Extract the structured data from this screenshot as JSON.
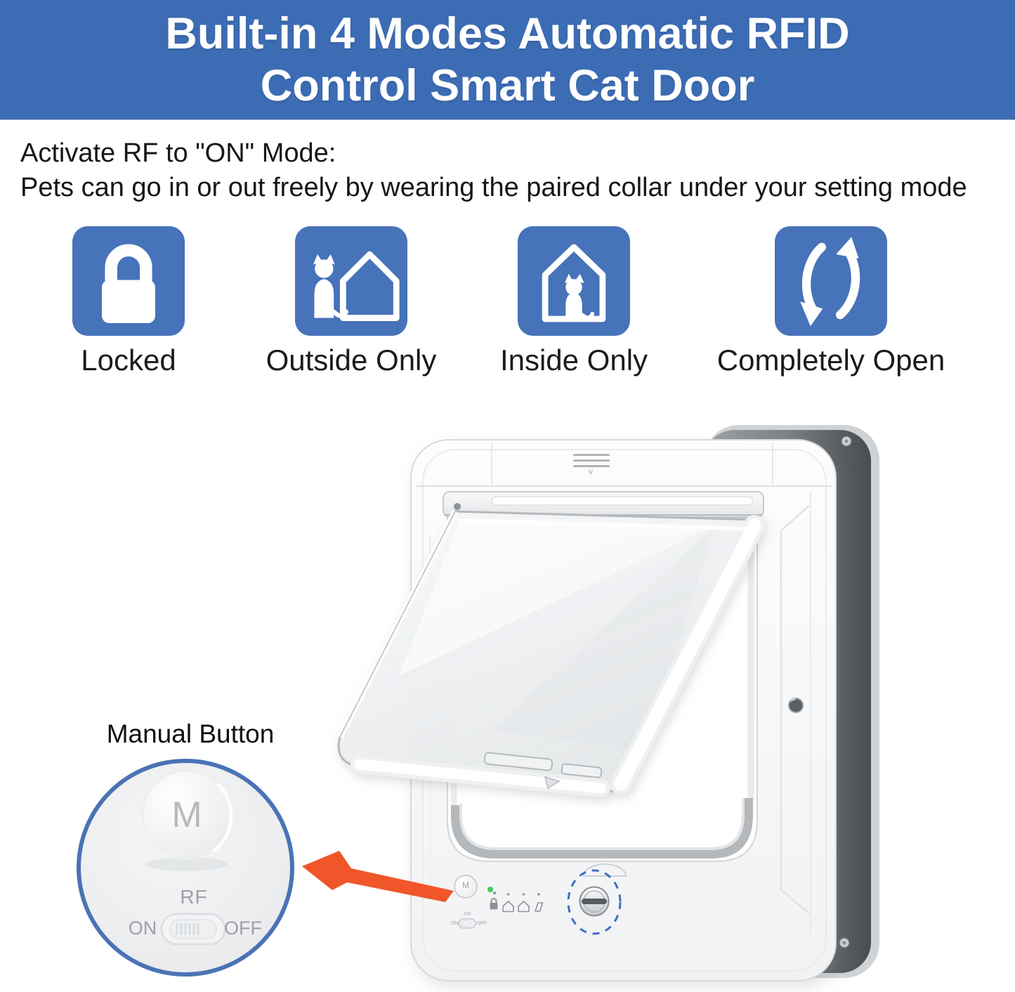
{
  "header": {
    "line1": "Built-in 4 Modes Automatic RFID",
    "line2": "Control Smart Cat Door"
  },
  "intro": {
    "line1": "Activate RF to \"ON\" Mode:",
    "line2": "Pets can go in or out freely by wearing the paired collar under your setting mode"
  },
  "modes": {
    "items": [
      {
        "label": "Locked",
        "icon": "lock-icon"
      },
      {
        "label": "Outside Only",
        "icon": "cat-outside-house-icon"
      },
      {
        "label": "Inside Only",
        "icon": "cat-inside-house-icon"
      },
      {
        "label": "Completely Open",
        "icon": "double-swap-arrows-icon"
      }
    ]
  },
  "product": {
    "vent_marker": "v",
    "m_button_label": "M",
    "rf_label": "RF",
    "on_label": "ON",
    "off_label": "OFF",
    "mode_indicator_icons": [
      "lock-icon",
      "cat-outside-house-icon",
      "cat-inside-house-icon",
      "open-door-icon"
    ],
    "led_color": "#3ECB5E",
    "dial_dashed_circle_color": "#3F6FC1"
  },
  "inset": {
    "caption": "Manual Button",
    "m_button_label": "M",
    "rf_label": "RF",
    "on_label": "ON",
    "off_label": "OFF",
    "border_color": "#4A73B5"
  },
  "colors": {
    "header_bg": "#3C6CB4",
    "tile_blue": "#4673B9",
    "arrow_orange": "#F0562A",
    "text_dark": "#161616"
  }
}
